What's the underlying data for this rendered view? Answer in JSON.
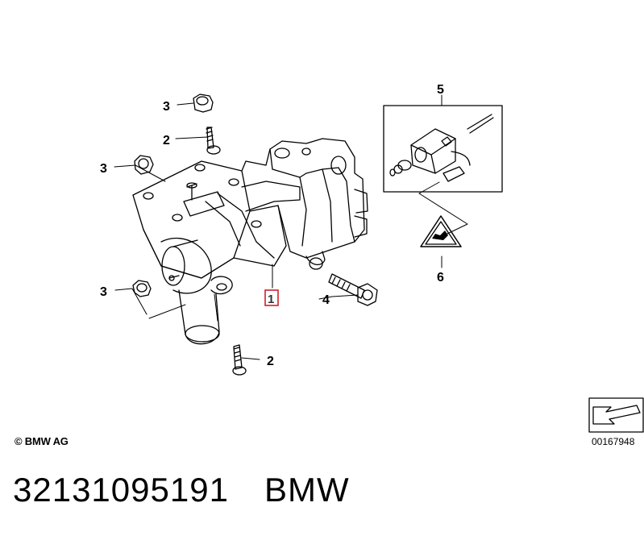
{
  "callouts": {
    "c1": "1",
    "c2a": "2",
    "c2b": "2",
    "c3a": "3",
    "c3b": "3",
    "c3c": "3",
    "c4": "4",
    "c5": "5",
    "c6": "6"
  },
  "copyright": "© BMW AG",
  "diagram_id": "00167948",
  "part_number": "32131095191",
  "brand": "BMW",
  "colors": {
    "line": "#000000",
    "highlight_box": "#d0202a",
    "highlight_text": "#333333"
  },
  "icons": {
    "warning_label": "warning-triangle-icon",
    "orientation": "direction-arrow-icon"
  }
}
